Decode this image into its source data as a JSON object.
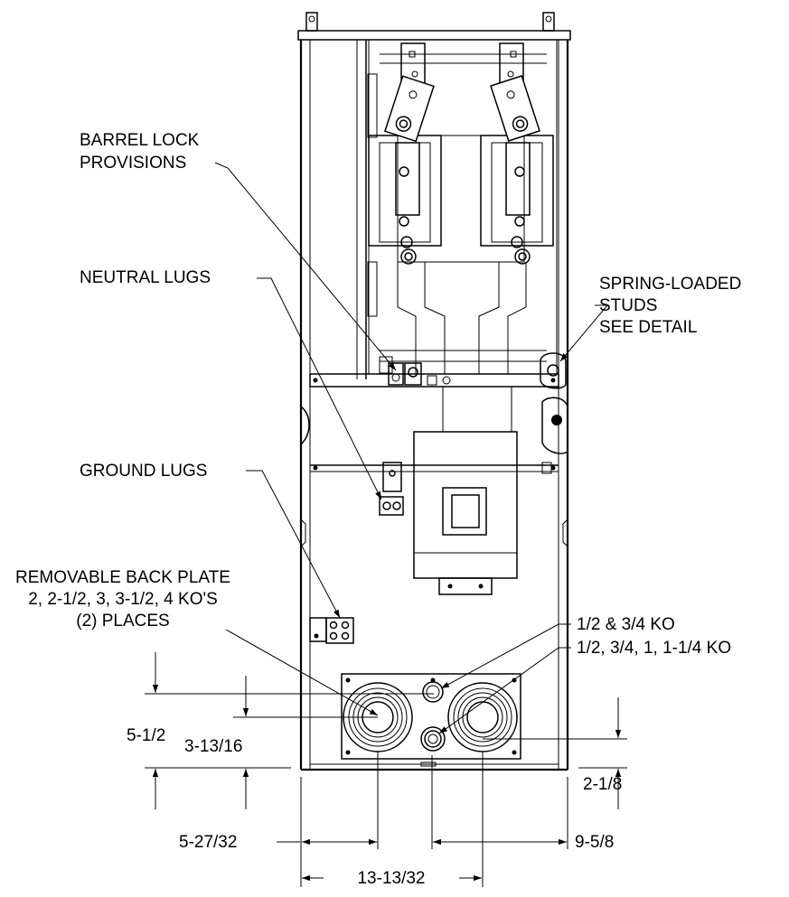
{
  "callouts": {
    "barrel_lock": [
      "BARREL LOCK",
      "PROVISIONS"
    ],
    "neutral_lugs": "NEUTRAL LUGS",
    "ground_lugs": "GROUND LUGS",
    "back_plate": [
      "REMOVABLE BACK PLATE",
      "2, 2-1/2, 3, 3-1/2, 4 KO'S",
      "(2) PLACES"
    ],
    "spring_studs": [
      "SPRING-LOADED",
      "STUDS",
      "SEE DETAIL"
    ],
    "ko_small": "1/2 & 3/4 KO",
    "ko_large": "1/2, 3/4, 1, 1-1/4 KO"
  },
  "dimensions": {
    "left_outer_height": "5-1/2",
    "left_inner_height": "3-13/16",
    "right_height": "2-1/8",
    "left_width": "5-27/32",
    "right_width": "9-5/8",
    "center_spacing": "13-13/32"
  }
}
